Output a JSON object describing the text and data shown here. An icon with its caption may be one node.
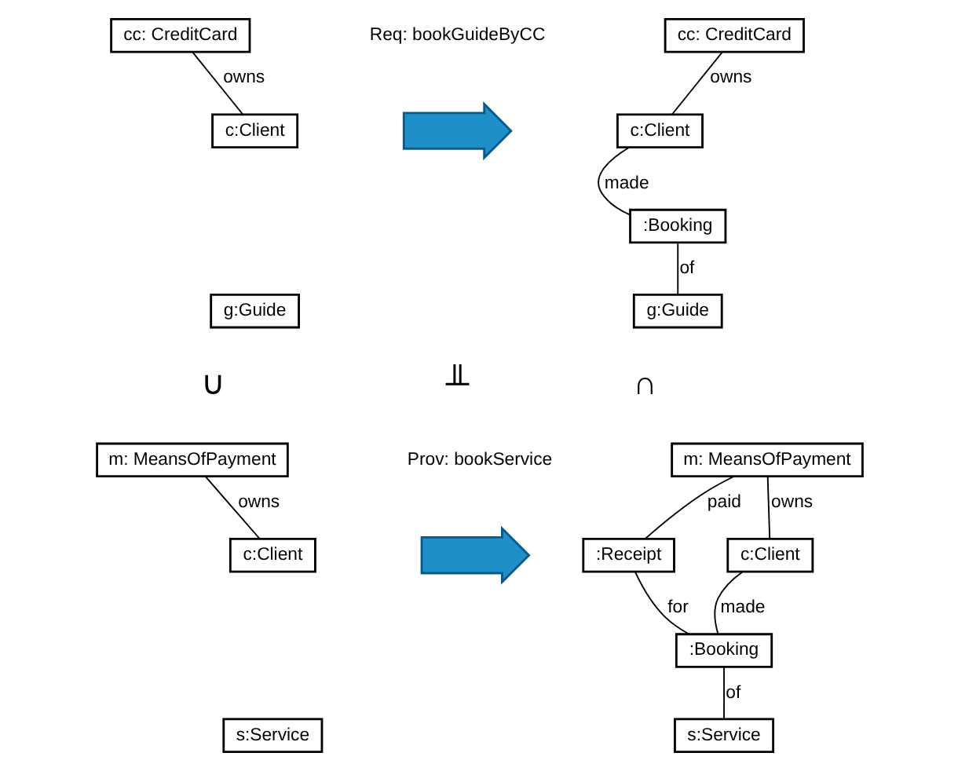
{
  "diagram": {
    "nodes": [
      {
        "text": [
          "cc: CreditCard"
        ]
      },
      {
        "text": [
          "c:Client"
        ]
      },
      {
        "text": [
          "g:Guide"
        ]
      },
      {
        "text": [
          "cc: CreditCard"
        ]
      },
      {
        "text": [
          "c:Client"
        ]
      },
      {
        "text": [
          ":Booking"
        ]
      },
      {
        "text": [
          "g:Guide"
        ]
      },
      {
        "text": [
          "m: MeansOfPayment"
        ]
      },
      {
        "text": [
          "c:Client"
        ]
      },
      {
        "text": [
          "s:Service"
        ]
      },
      {
        "text": [
          "m: MeansOfPayment"
        ]
      },
      {
        "text": [
          ":Receipt"
        ]
      },
      {
        "text": [
          "c:Client"
        ]
      },
      {
        "text": [
          ":Booking"
        ]
      },
      {
        "text": [
          "s:Service"
        ]
      },
      {
        "text": [],
        "shape": "arrow"
      },
      {
        "text": [],
        "shape": "arrow"
      }
    ],
    "edges": [
      {
        "from": 0,
        "to": 1,
        "arrow": "none",
        "label": "owns"
      },
      {
        "from": 3,
        "to": 4,
        "arrow": "none",
        "label": "owns"
      },
      {
        "from": 4,
        "to": 5,
        "arrow": "none",
        "label": "made"
      },
      {
        "from": 5,
        "to": 6,
        "arrow": "none",
        "label": "of"
      },
      {
        "from": 7,
        "to": 8,
        "arrow": "none",
        "label": "owns"
      },
      {
        "from": 10,
        "to": 11,
        "arrow": "none",
        "label": "paid"
      },
      {
        "from": 10,
        "to": 12,
        "arrow": "none",
        "label": "owns"
      },
      {
        "from": 12,
        "to": 13,
        "arrow": "none",
        "label": "made"
      },
      {
        "from": 11,
        "to": 13,
        "arrow": "none",
        "label": "for"
      },
      {
        "from": 13,
        "to": 14,
        "arrow": "none",
        "label": "of"
      }
    ],
    "labels": [
      "Req: bookGuideByCC",
      "∪",
      "╨",
      "∩",
      "Prov: bookService"
    ]
  }
}
